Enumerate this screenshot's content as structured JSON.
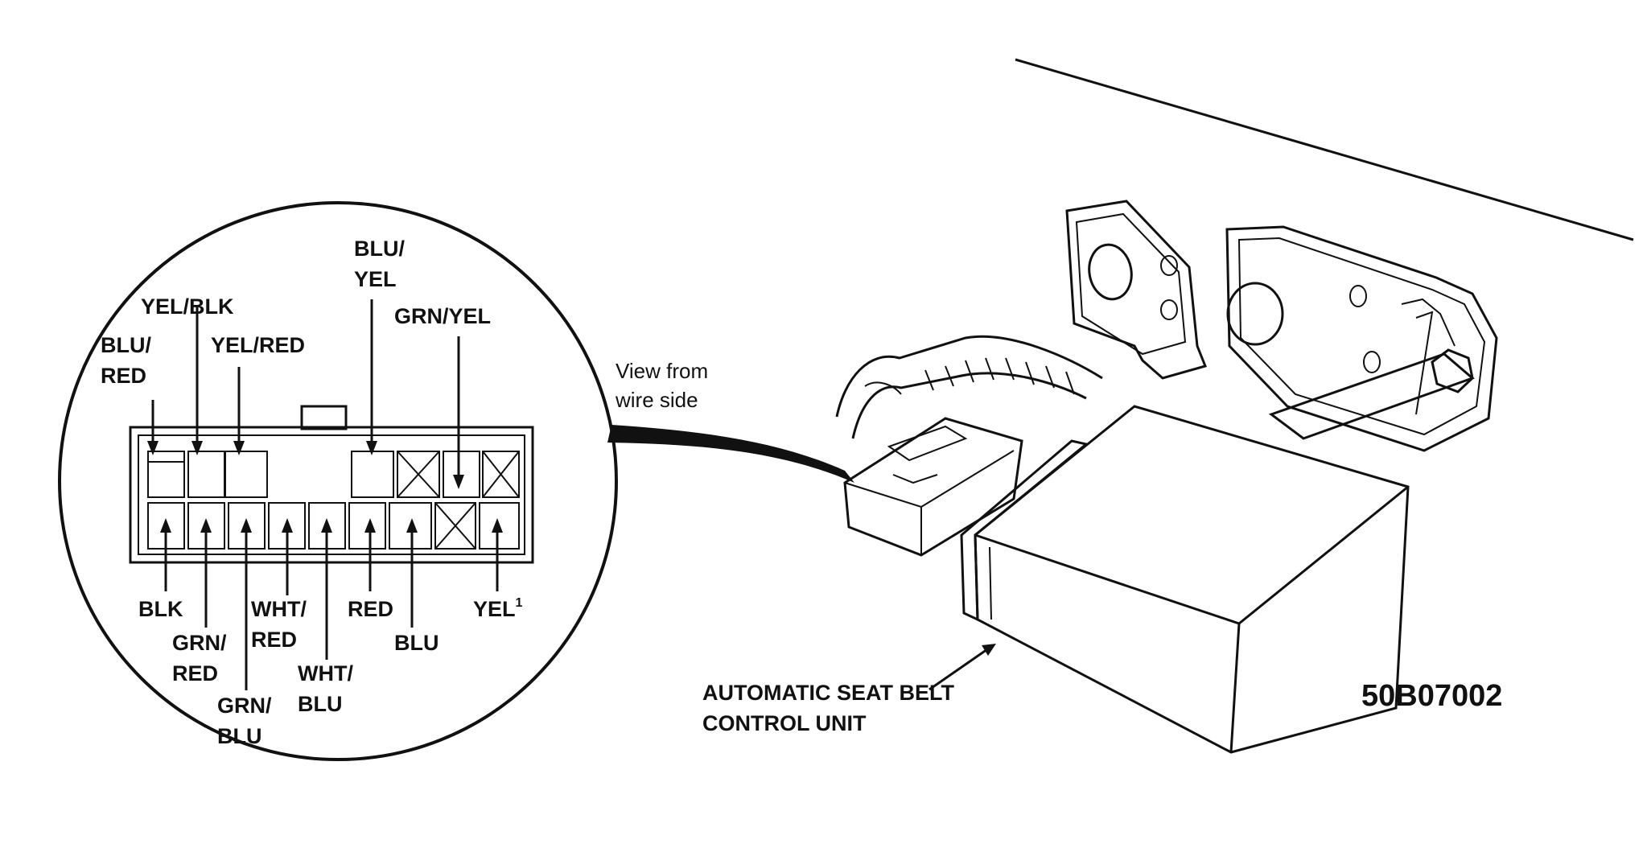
{
  "connector": {
    "top_labels": {
      "blu_red_1": "BLU/",
      "blu_red_2": "RED",
      "yel_blk": "YEL/BLK",
      "yel_red": "YEL/RED",
      "blu_yel_1": "BLU/",
      "blu_yel_2": "YEL",
      "grn_yel": "GRN/YEL"
    },
    "bottom_labels": {
      "blk": "BLK",
      "grn_red_1": "GRN/",
      "grn_red_2": "RED",
      "grn_blu_1": "GRN/",
      "grn_blu_2": "BLU",
      "wht_red_1": "WHT/",
      "wht_red_2": "RED",
      "wht_blu_1": "WHT/",
      "wht_blu_2": "BLU",
      "red": "RED",
      "blu": "BLU",
      "yel": "YEL",
      "yel_note": "1"
    }
  },
  "view_caption": {
    "line1": "View from",
    "line2": "wire side"
  },
  "unit_label": {
    "line1": "AUTOMATIC SEAT BELT",
    "line2": "CONTROL UNIT"
  },
  "figure_code": "50B07002"
}
